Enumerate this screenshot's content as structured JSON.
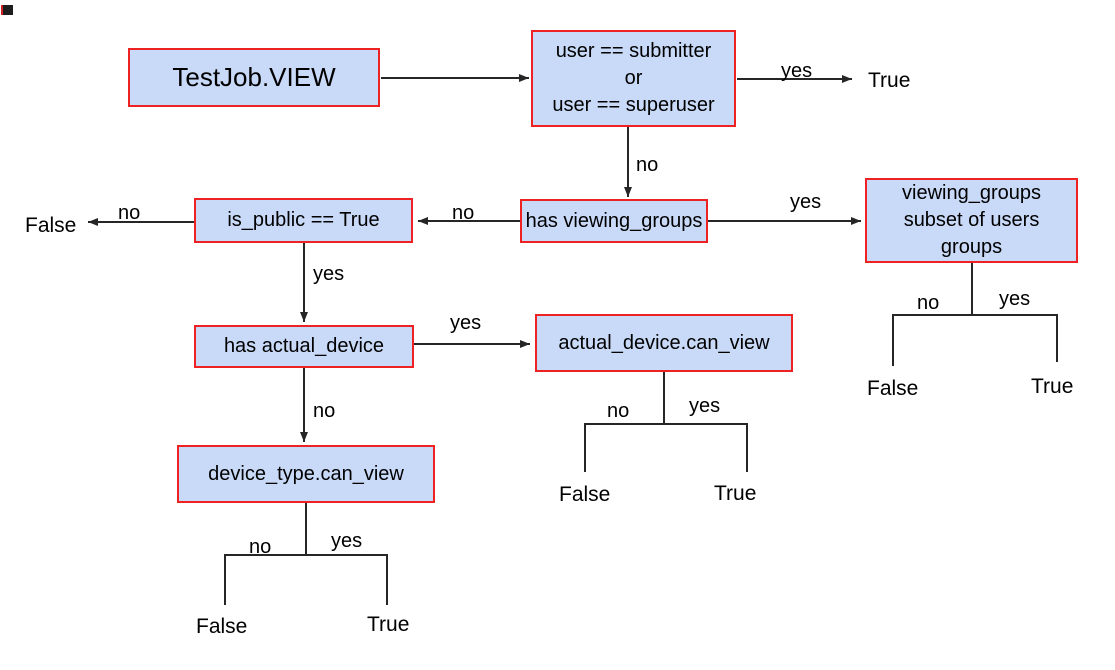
{
  "diagram": {
    "nodes": {
      "testjob": {
        "label": "TestJob.VIEW"
      },
      "user_cond": {
        "lines": [
          "user == submitter",
          "or",
          "user == superuser"
        ]
      },
      "is_public": {
        "label": "is_public == True"
      },
      "has_viewing_groups": {
        "label": "has viewing_groups"
      },
      "viewing_subset": {
        "lines": [
          "viewing_groups",
          "subset of users",
          "groups"
        ]
      },
      "has_actual_device": {
        "label": "has actual_device"
      },
      "actual_device_can_view": {
        "label": "actual_device.can_view"
      },
      "device_type_can_view": {
        "label": "device_type.can_view"
      }
    },
    "edge_labels": {
      "user_yes": "yes",
      "user_no": "no",
      "viewing_no": "no",
      "viewing_yes": "yes",
      "is_public_no": "no",
      "is_public_yes": "yes",
      "has_actual_yes": "yes",
      "has_actual_no": "no",
      "subset_no": "no",
      "subset_yes": "yes",
      "actual_no": "no",
      "actual_yes": "yes",
      "device_no": "no",
      "device_yes": "yes"
    },
    "outcomes": {
      "user_true": "True",
      "is_public_false": "False",
      "subset_false": "False",
      "subset_true": "True",
      "actual_false": "False",
      "actual_true": "True",
      "device_false": "False",
      "device_true": "True"
    },
    "colors": {
      "node_fill": "#c9daf8",
      "node_border": "#ee2222",
      "connector": "#262626",
      "text": "#000000"
    }
  }
}
